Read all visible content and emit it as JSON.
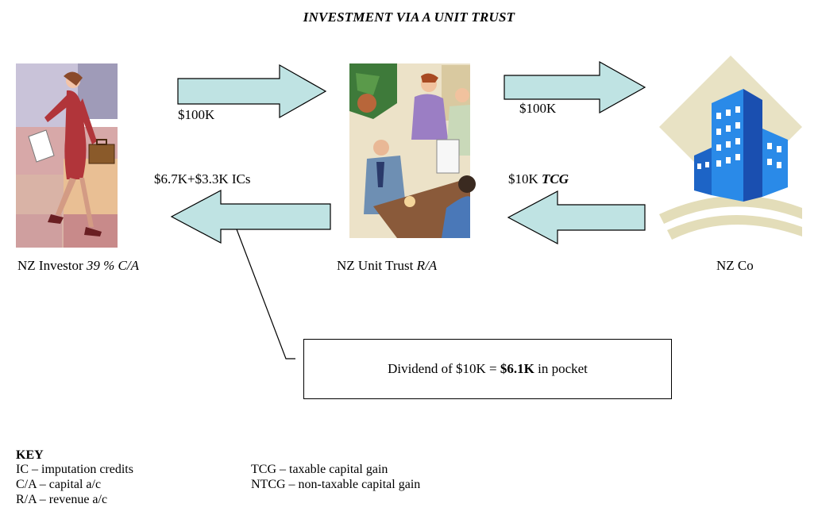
{
  "title": "INVESTMENT VIA A UNIT TRUST",
  "flows": {
    "investor_to_trust": "$100K",
    "trust_to_company": "$100K",
    "company_to_trust_amount": "$10K",
    "company_to_trust_type": "TCG",
    "trust_to_investor": "$6.7K+$3.3K ICs"
  },
  "entities": {
    "investor": {
      "name": "NZ Investor",
      "qualifier": "39 % C/A"
    },
    "trust": {
      "name": "NZ Unit Trust",
      "qualifier": "R/A"
    },
    "company": {
      "name": "NZ Co"
    }
  },
  "callout": {
    "prefix": "Dividend of $10K = ",
    "amount": "$6.1K",
    "suffix": " in pocket"
  },
  "key": {
    "heading": "KEY",
    "left": [
      "IC – imputation credits",
      "C/A – capital a/c",
      "R/A – revenue a/c"
    ],
    "right": [
      "TCG – taxable capital gain",
      "NTCG – non-taxable capital gain"
    ]
  },
  "colors": {
    "arrow_fill": "#bfe3e3",
    "arrow_stroke": "#000000"
  }
}
